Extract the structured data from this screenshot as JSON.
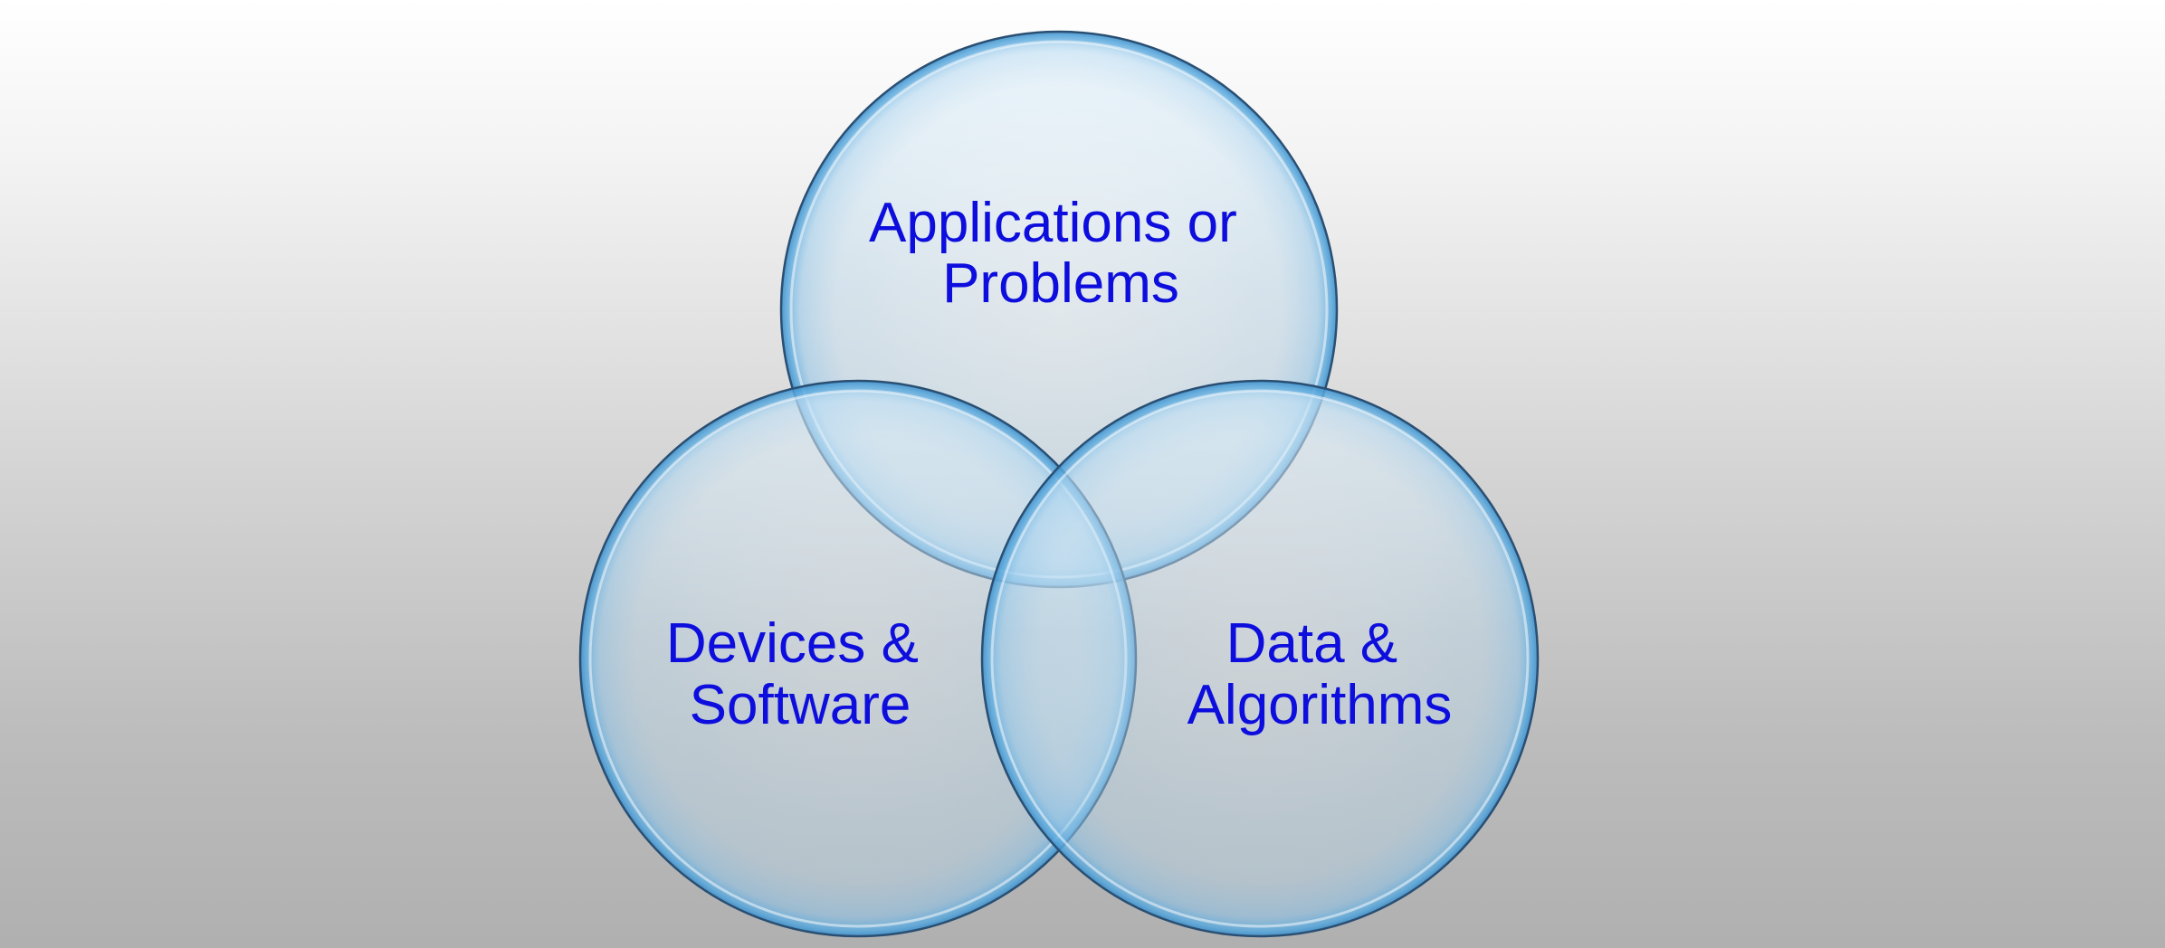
{
  "diagram": {
    "type": "venn",
    "circles": [
      {
        "id": "top",
        "lines": [
          "Applications or",
          "Problems"
        ]
      },
      {
        "id": "left",
        "lines": [
          "Devices &",
          "Software"
        ]
      },
      {
        "id": "right",
        "lines": [
          "Data &",
          "Algorithms"
        ]
      }
    ],
    "colors": {
      "text": "#0d0ddd",
      "circle_fill": "#a9d0ea",
      "circle_edge": "#5fa8d8",
      "circle_outline": "#2a4f72"
    }
  }
}
